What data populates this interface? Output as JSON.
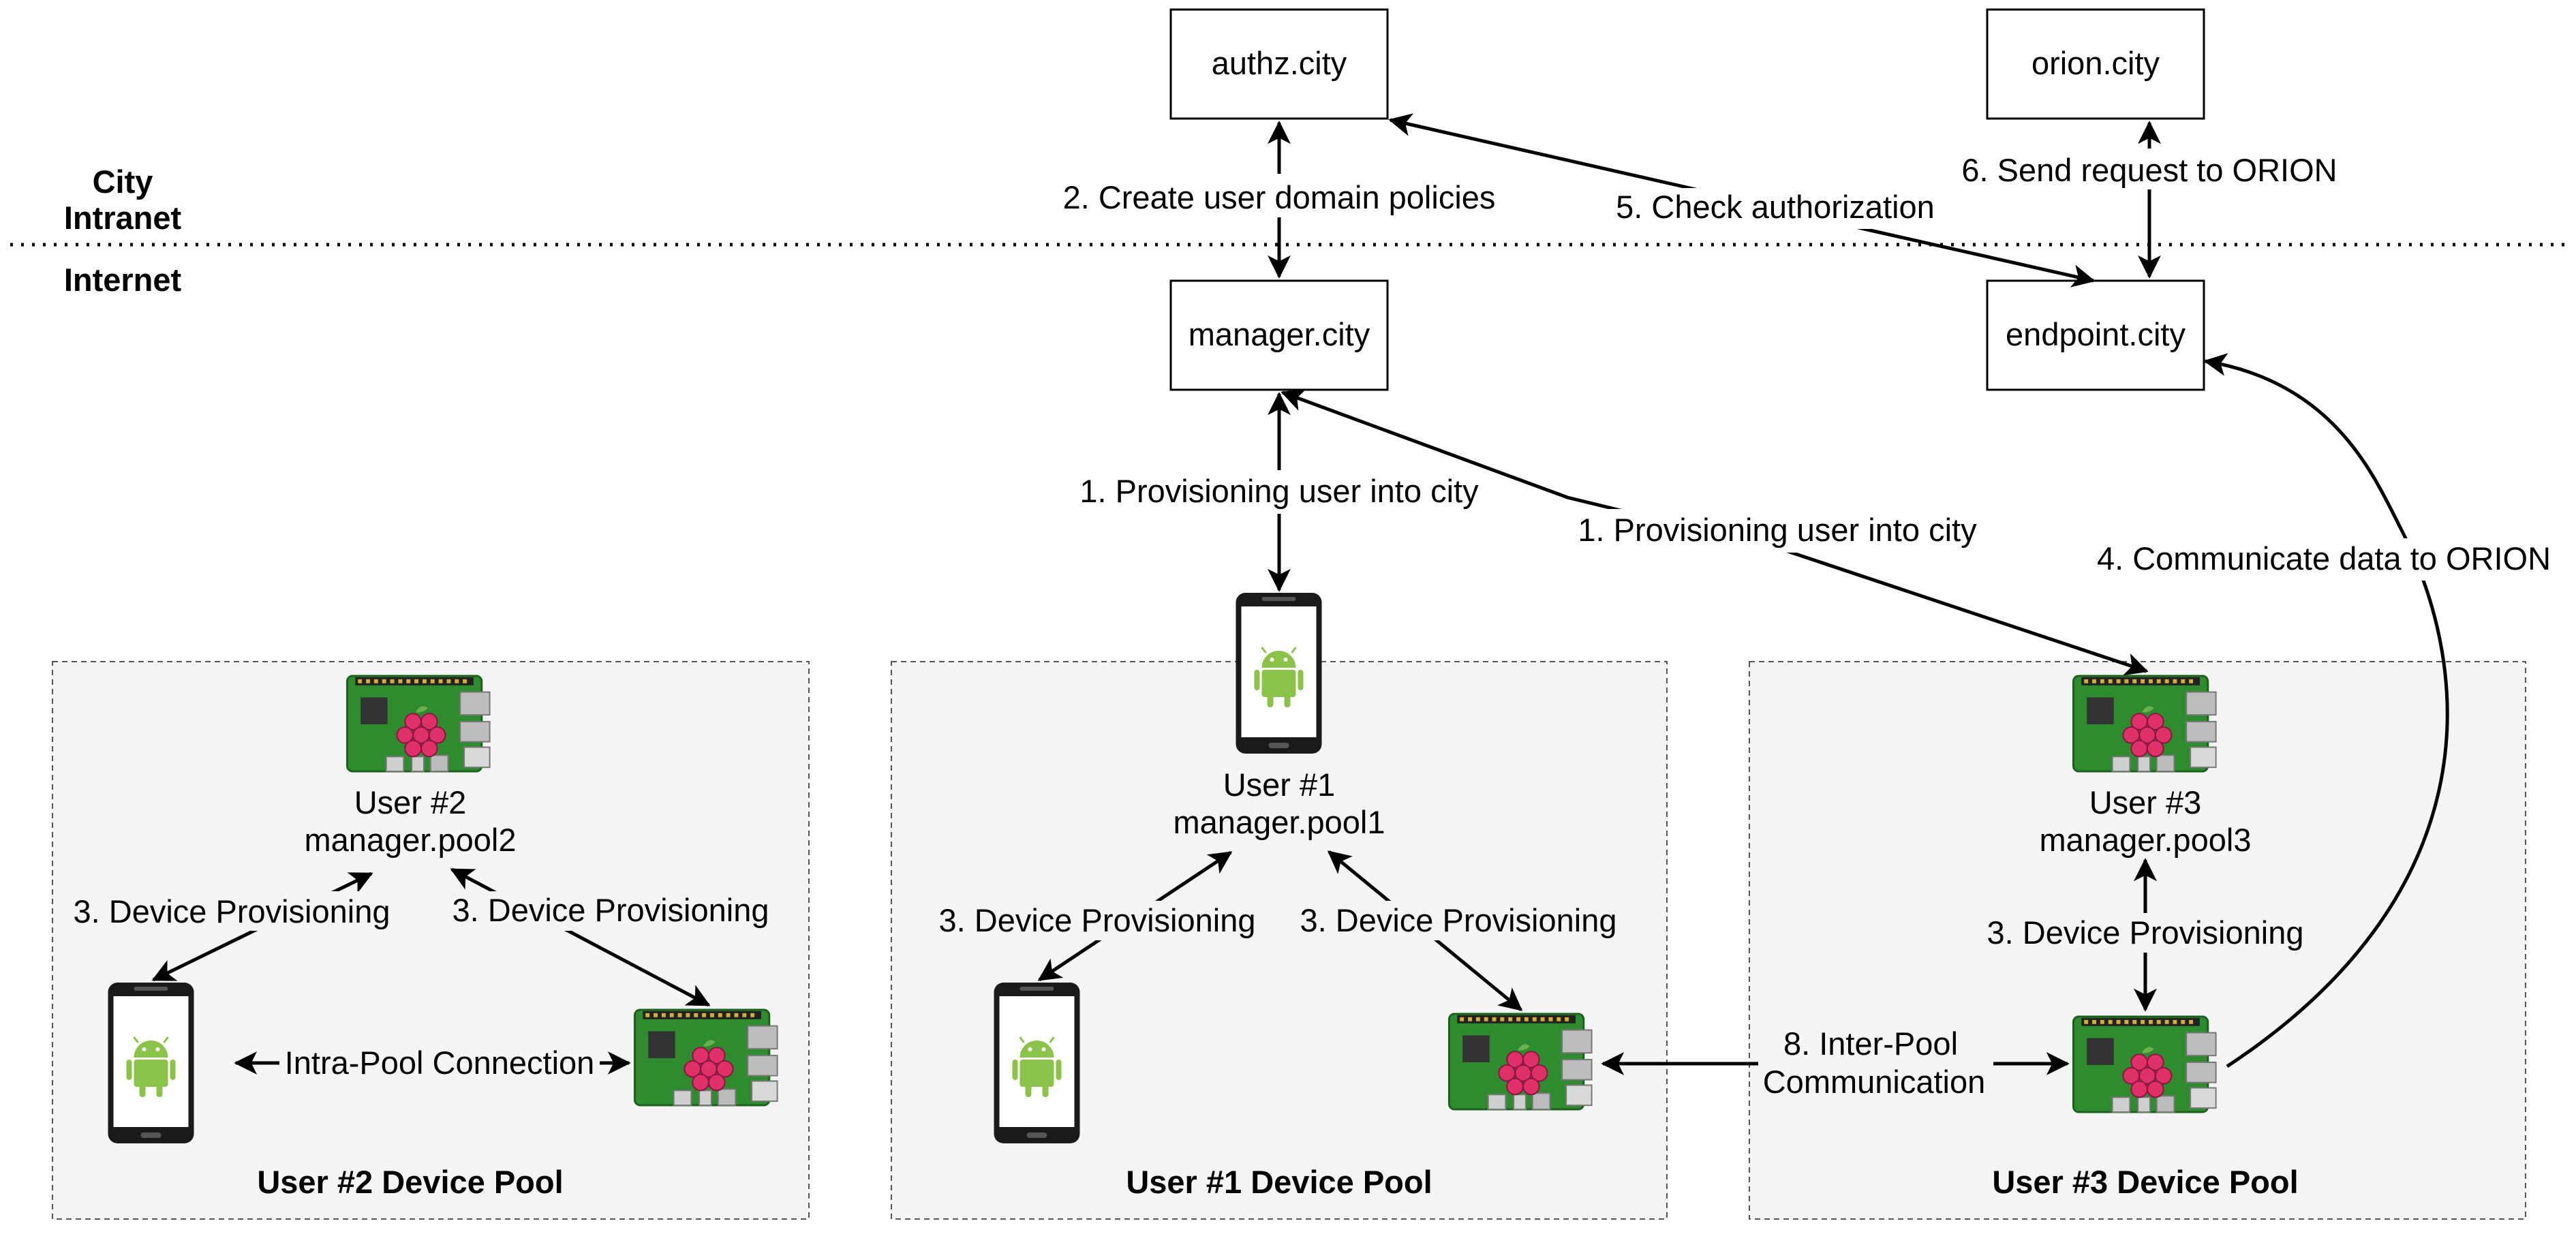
{
  "zones": {
    "city_intranet_line1": "City",
    "city_intranet_line2": "Intranet",
    "internet": "Internet"
  },
  "servers": {
    "authz": "authz.city",
    "orion": "orion.city",
    "manager": "manager.city",
    "endpoint": "endpoint.city"
  },
  "edges": {
    "create_policies": "2. Create user domain policies",
    "check_authorization": "5. Check authorization",
    "send_request": "6. Send request to ORION",
    "provisioning_user1": "1. Provisioning user into city",
    "provisioning_user3": "1. Provisioning user into city",
    "communicate_data": "4. Communicate data to ORION",
    "inter_pool_line1": "8. Inter-Pool",
    "inter_pool_line2": "Communication",
    "intra_pool": "Intra-Pool Connection"
  },
  "pools": {
    "pool2": {
      "title": "User #2 Device Pool",
      "user": "User #2",
      "manager": "manager.pool2",
      "prov_left": "3. Device Provisioning",
      "prov_right": "3. Device Provisioning"
    },
    "pool1": {
      "title": "User #1 Device Pool",
      "user": "User #1",
      "manager": "manager.pool1",
      "prov_left": "3. Device Provisioning",
      "prov_right": "3. Device Provisioning"
    },
    "pool3": {
      "title": "User #3 Device Pool",
      "user": "User #3",
      "manager": "manager.pool3",
      "prov": "3. Device Provisioning"
    }
  },
  "colors": {
    "pool_fill": "#f4f4f4",
    "pool_border": "#555555",
    "board_green": "#2e8b2e",
    "raspberry": "#e0306a",
    "android_green": "#8bc34a",
    "phone_body": "#1a1a1a"
  },
  "icons": [
    "raspberry-pi-icon",
    "android-phone-icon"
  ]
}
